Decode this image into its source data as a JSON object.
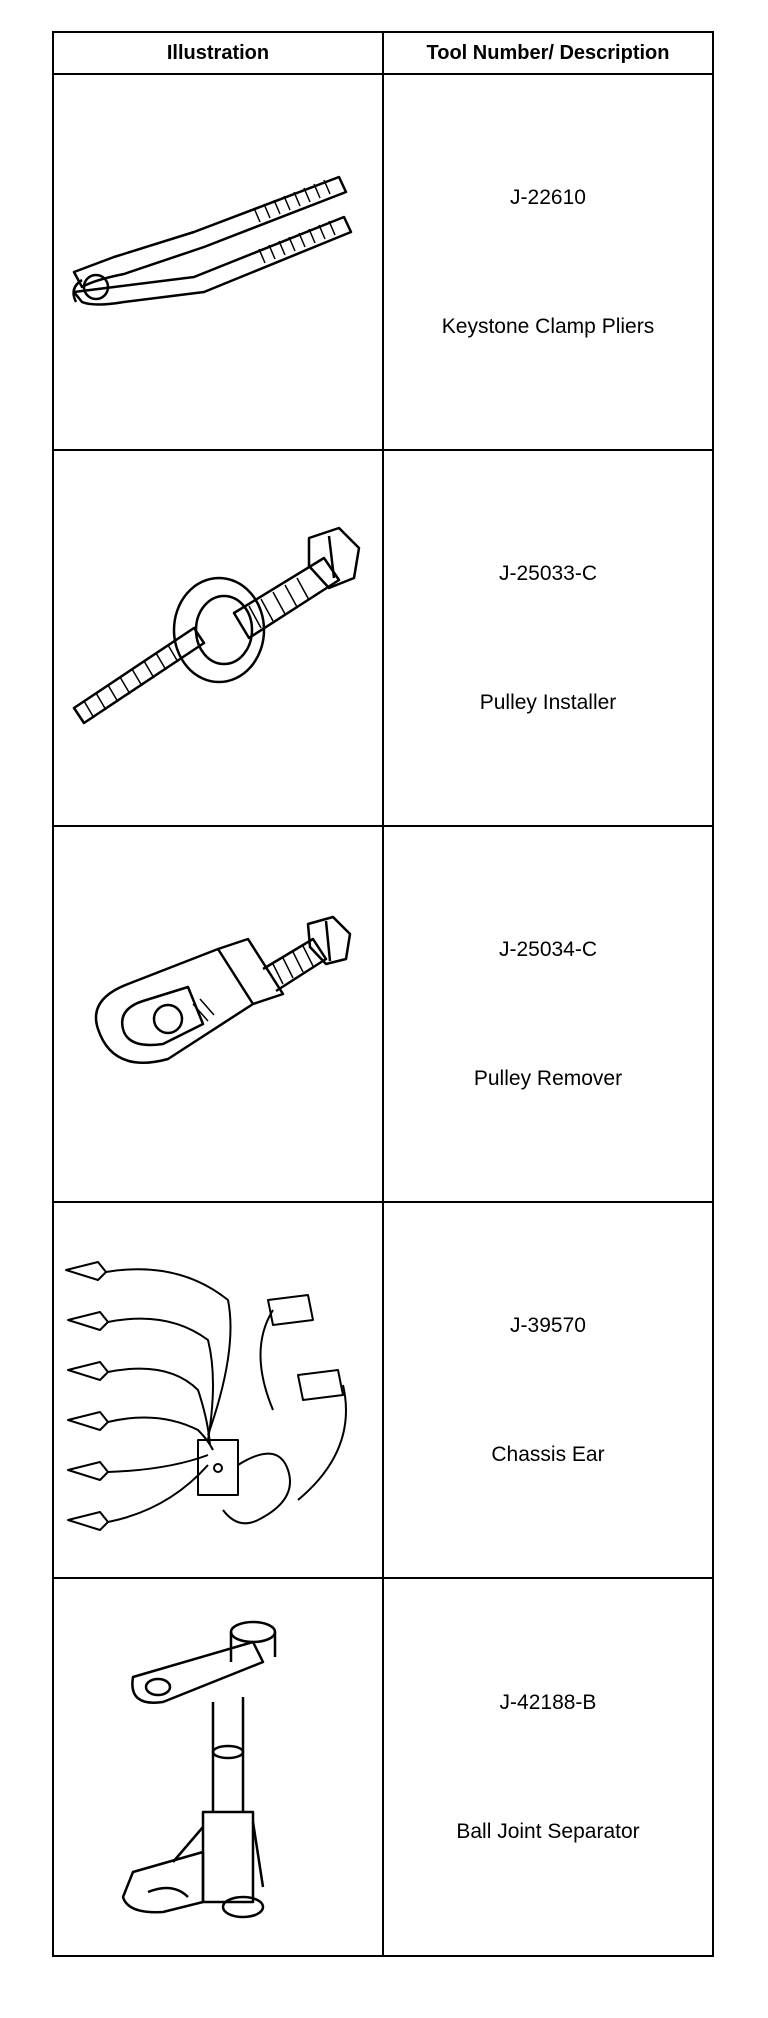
{
  "header": {
    "col_illustration": "Illustration",
    "col_tool": "Tool Number/ Description"
  },
  "tools": [
    {
      "number": "J-22610",
      "name": "Keystone Clamp Pliers",
      "icon": "pliers-icon"
    },
    {
      "number": "J-25033-C",
      "name": "Pulley Installer",
      "icon": "pulley-installer-icon"
    },
    {
      "number": "J-25034-C",
      "name": "Pulley Remover",
      "icon": "pulley-remover-icon"
    },
    {
      "number": "J-39570",
      "name": "Chassis Ear",
      "icon": "chassis-ear-icon"
    },
    {
      "number": "J-42188-B",
      "name": "Ball Joint Separator",
      "icon": "ball-joint-separator-icon"
    }
  ]
}
